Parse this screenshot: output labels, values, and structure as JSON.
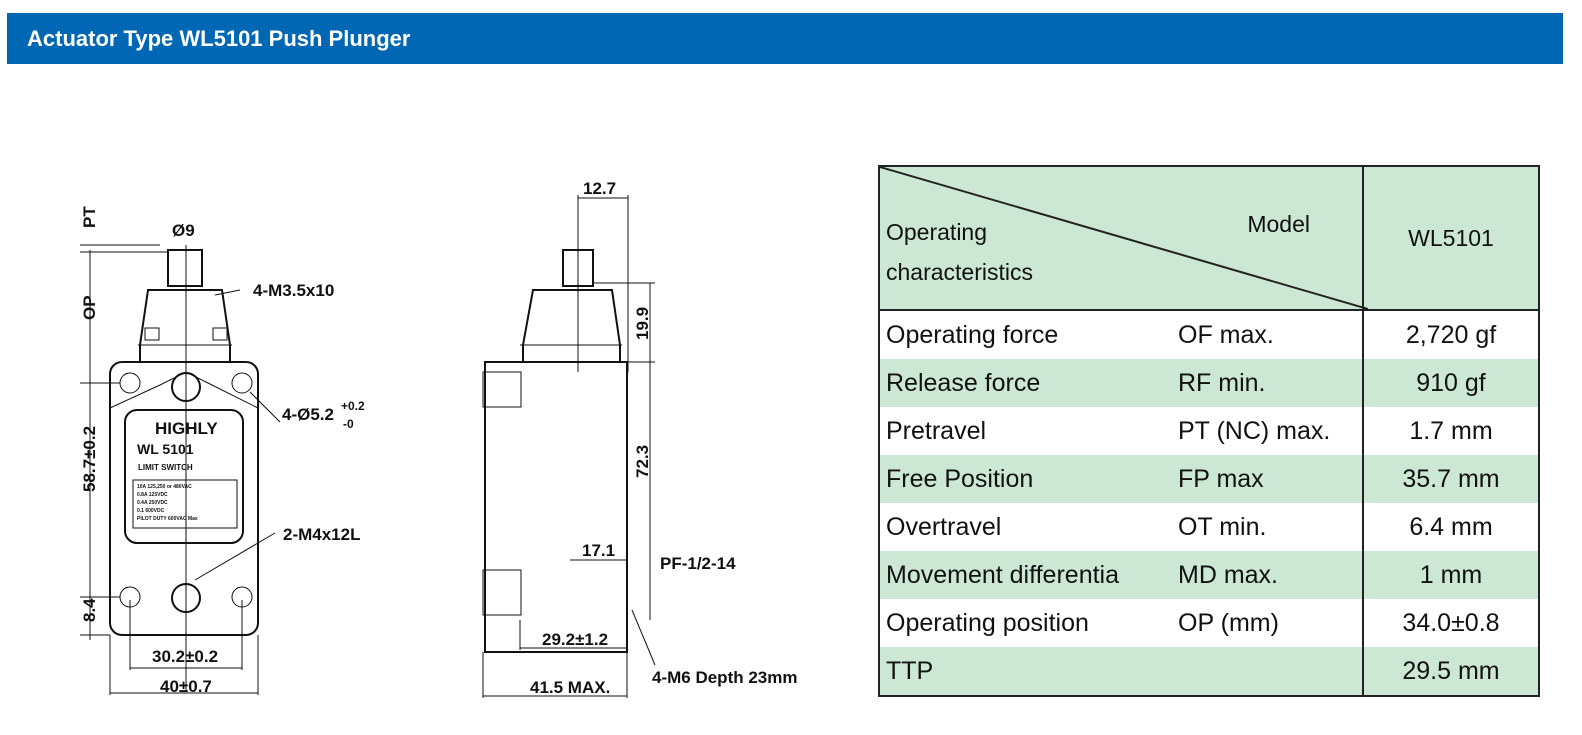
{
  "header": {
    "title": "Actuator Type WL5101 Push Plunger"
  },
  "front_view": {
    "pt": "PT",
    "op": "OP",
    "diameter": "Ø9",
    "screw_top": "4-M3.5x10",
    "hole": "4-Ø5.2",
    "hole_tol_plus": "+0.2",
    "hole_tol_minus": "-0",
    "height": "58.7±0.2",
    "bottom": "8.4",
    "screw_bottom": "2-M4x12L",
    "pitch": "30.2±0.2",
    "width": "40±0.7",
    "label": {
      "brand": "HIGHLY",
      "model": "WL 5101",
      "type": "LIMIT SWITCH",
      "ratings": [
        "10A 125,250 or 480VAC",
        "0.8A 125VDC",
        "0.4A 250VDC",
        "0.1 600VDC",
        "PILOT DUTY 600VAC Max"
      ]
    }
  },
  "side_view": {
    "top_width": "12.7",
    "head_height": "19.9",
    "body_height": "72.3",
    "conduit_offset": "17.1",
    "conduit": "PF-1/2-14",
    "depth": "29.2±1.2",
    "max_depth": "41.5 MAX.",
    "mount": "4-M6 Depth 23mm"
  },
  "table": {
    "header_characteristics": [
      "Operating",
      "characteristics"
    ],
    "header_model": "Model",
    "model": "WL5101",
    "rows": [
      {
        "name": "Operating force",
        "code": "OF max.",
        "value": "2,720 gf"
      },
      {
        "name": "Release force",
        "code": "RF min.",
        "value": "910 gf"
      },
      {
        "name": "Pretravel",
        "code": "PT (NC) max.",
        "value": "1.7 mm"
      },
      {
        "name": "Free Position",
        "code": "FP max",
        "value": "35.7 mm"
      },
      {
        "name": "Overtravel",
        "code": "OT min.",
        "value": "6.4 mm"
      },
      {
        "name": "Movement differentia",
        "code": "MD max.",
        "value": "1 mm"
      },
      {
        "name": "Operating position",
        "code": "OP (mm)",
        "value": "34.0±0.8"
      },
      {
        "name": "TTP",
        "code": "",
        "value": "29.5 mm"
      }
    ]
  }
}
